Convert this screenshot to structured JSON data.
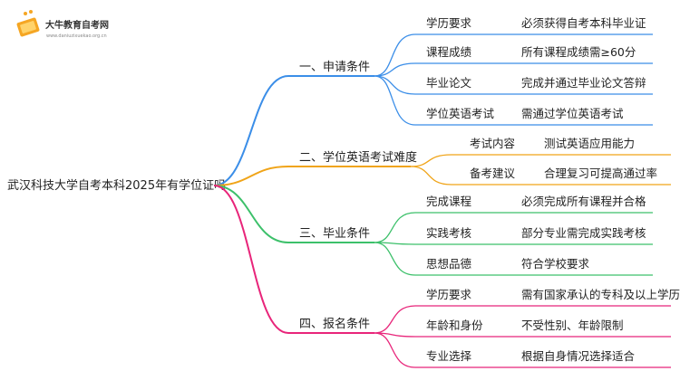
{
  "logo": {
    "name": "大牛教育自考网",
    "url": "www.daniuzixuekao.org.cn"
  },
  "root": {
    "label": "武汉科技大学自考本科2025年有学位证吗"
  },
  "branches": [
    {
      "label": "一、申请条件",
      "color": "#3b8ee8",
      "items": [
        {
          "key": "学历要求",
          "value": "必须获得自考本科毕业证"
        },
        {
          "key": "课程成绩",
          "value": "所有课程成绩需≥60分"
        },
        {
          "key": "毕业论文",
          "value": "完成并通过毕业论文答辩"
        },
        {
          "key": "学位英语考试",
          "value": "需通过学位英语考试"
        }
      ]
    },
    {
      "label": "二、学位英语考试难度",
      "color": "#f0a418",
      "items": [
        {
          "key": "考试内容",
          "value": "测试英语应用能力"
        },
        {
          "key": "备考建议",
          "value": "合理复习可提高通过率"
        }
      ]
    },
    {
      "label": "三、毕业条件",
      "color": "#3cc06a",
      "items": [
        {
          "key": "完成课程",
          "value": "必须完成所有课程并合格"
        },
        {
          "key": "实践考核",
          "value": "部分专业需完成实践考核"
        },
        {
          "key": "思想品德",
          "value": "符合学校要求"
        }
      ]
    },
    {
      "label": "四、报名条件",
      "color": "#e8257a",
      "items": [
        {
          "key": "学历要求",
          "value": "需有国家承认的专科及以上学历"
        },
        {
          "key": "年龄和身份",
          "value": "不受性别、年龄限制"
        },
        {
          "key": "专业选择",
          "value": "根据自身情况选择适合"
        }
      ]
    }
  ]
}
